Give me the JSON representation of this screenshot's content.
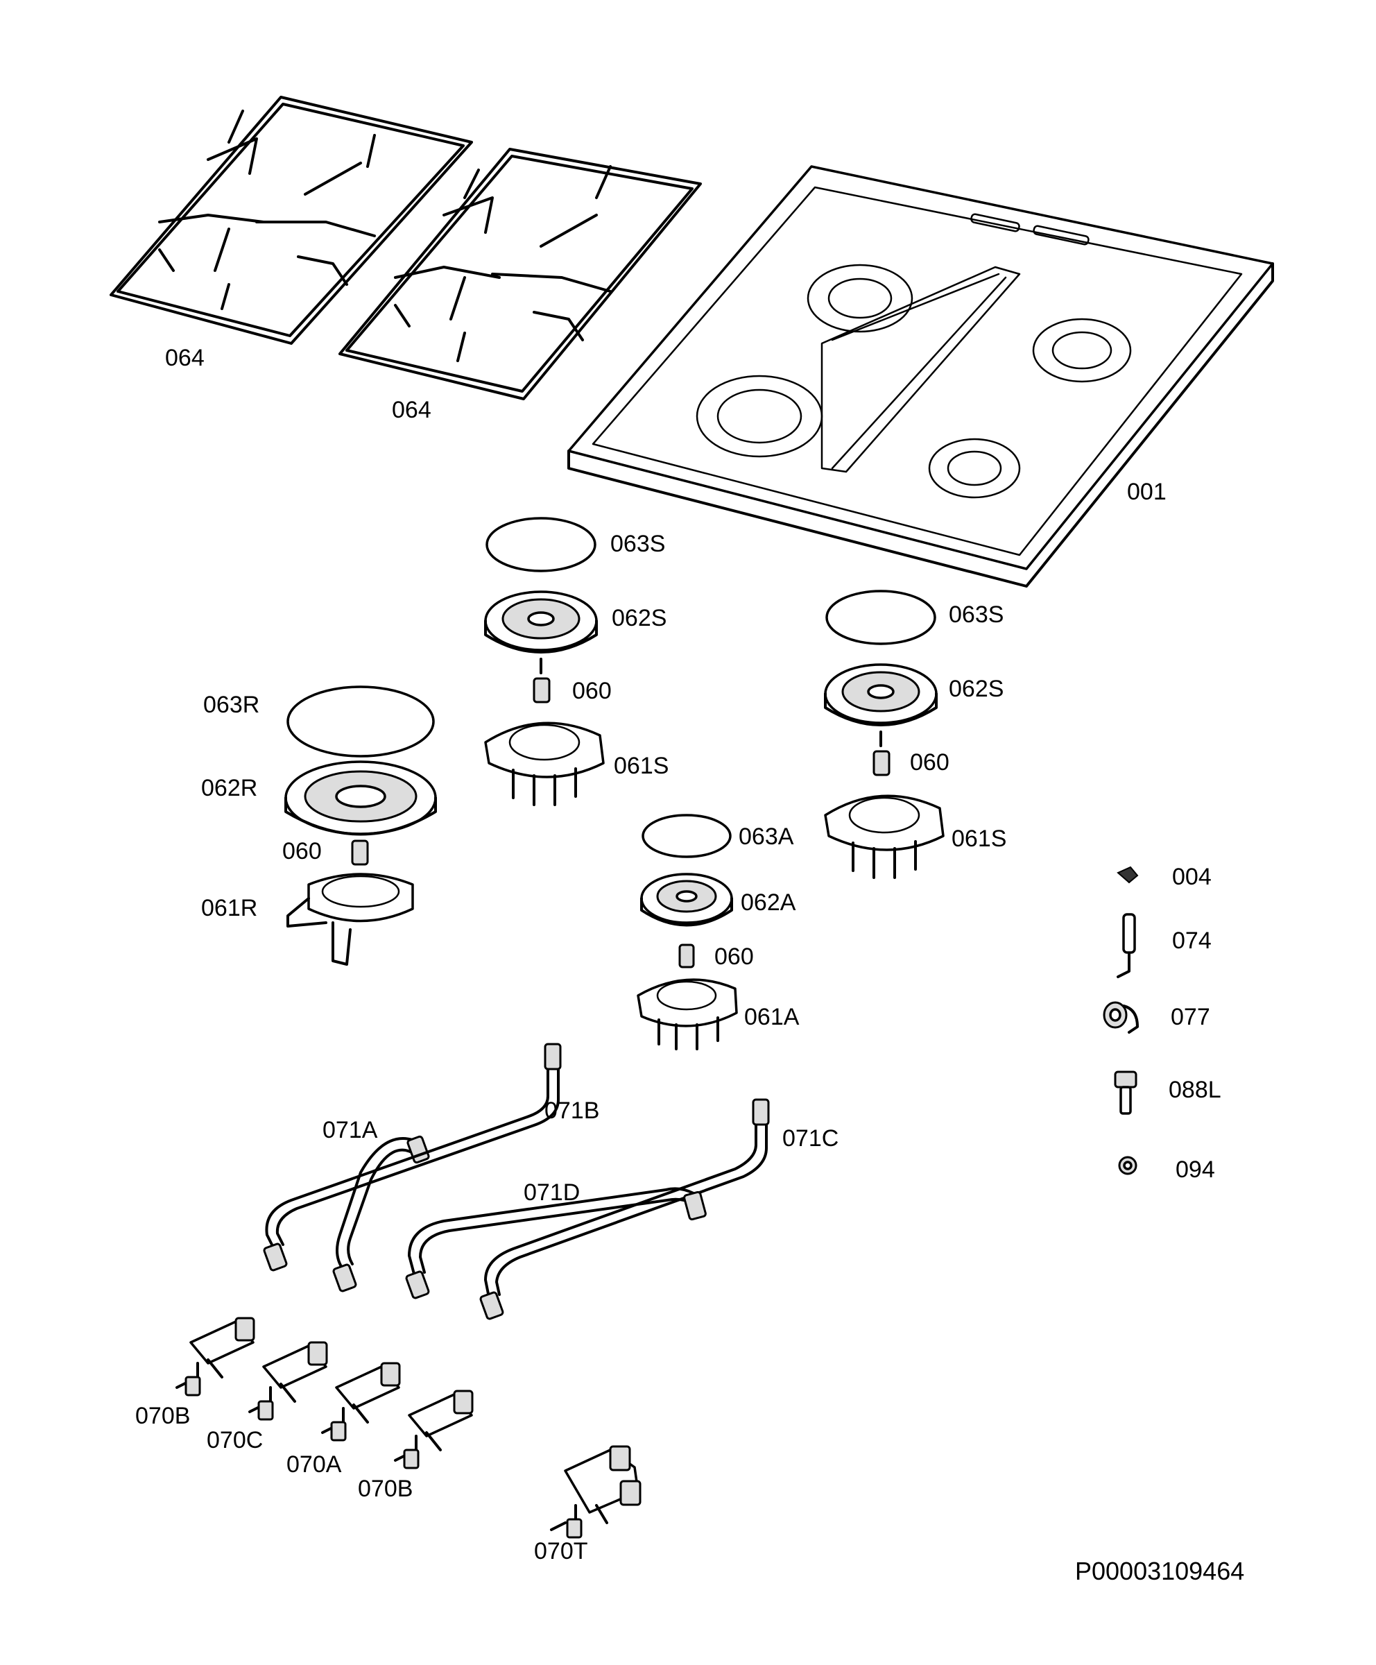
{
  "labels": {
    "grate_left": "064",
    "grate_right": "064",
    "hob_top": "001",
    "cap_s_top": "063S",
    "burner_s_top": "062S",
    "injector_s_top": "060",
    "base_s_top": "061S",
    "cap_s_right": "063S",
    "burner_s_right": "062S",
    "injector_s_right": "060",
    "base_s_right": "061S",
    "cap_r": "063R",
    "burner_r": "062R",
    "injector_r": "060",
    "base_r": "061R",
    "cap_a": "063A",
    "burner_a": "062A",
    "injector_a": "060",
    "base_a": "061A",
    "clip": "004",
    "electrode": "074",
    "elbow": "077",
    "fitting": "088L",
    "washer": "094",
    "pipe_a": "071A",
    "pipe_b": "071B",
    "pipe_c": "071C",
    "pipe_d": "071D",
    "tap_b1": "070B",
    "tap_c": "070C",
    "tap_a": "070A",
    "tap_b2": "070B",
    "tap_t": "070T"
  },
  "drawing_ref": "P00003109464"
}
